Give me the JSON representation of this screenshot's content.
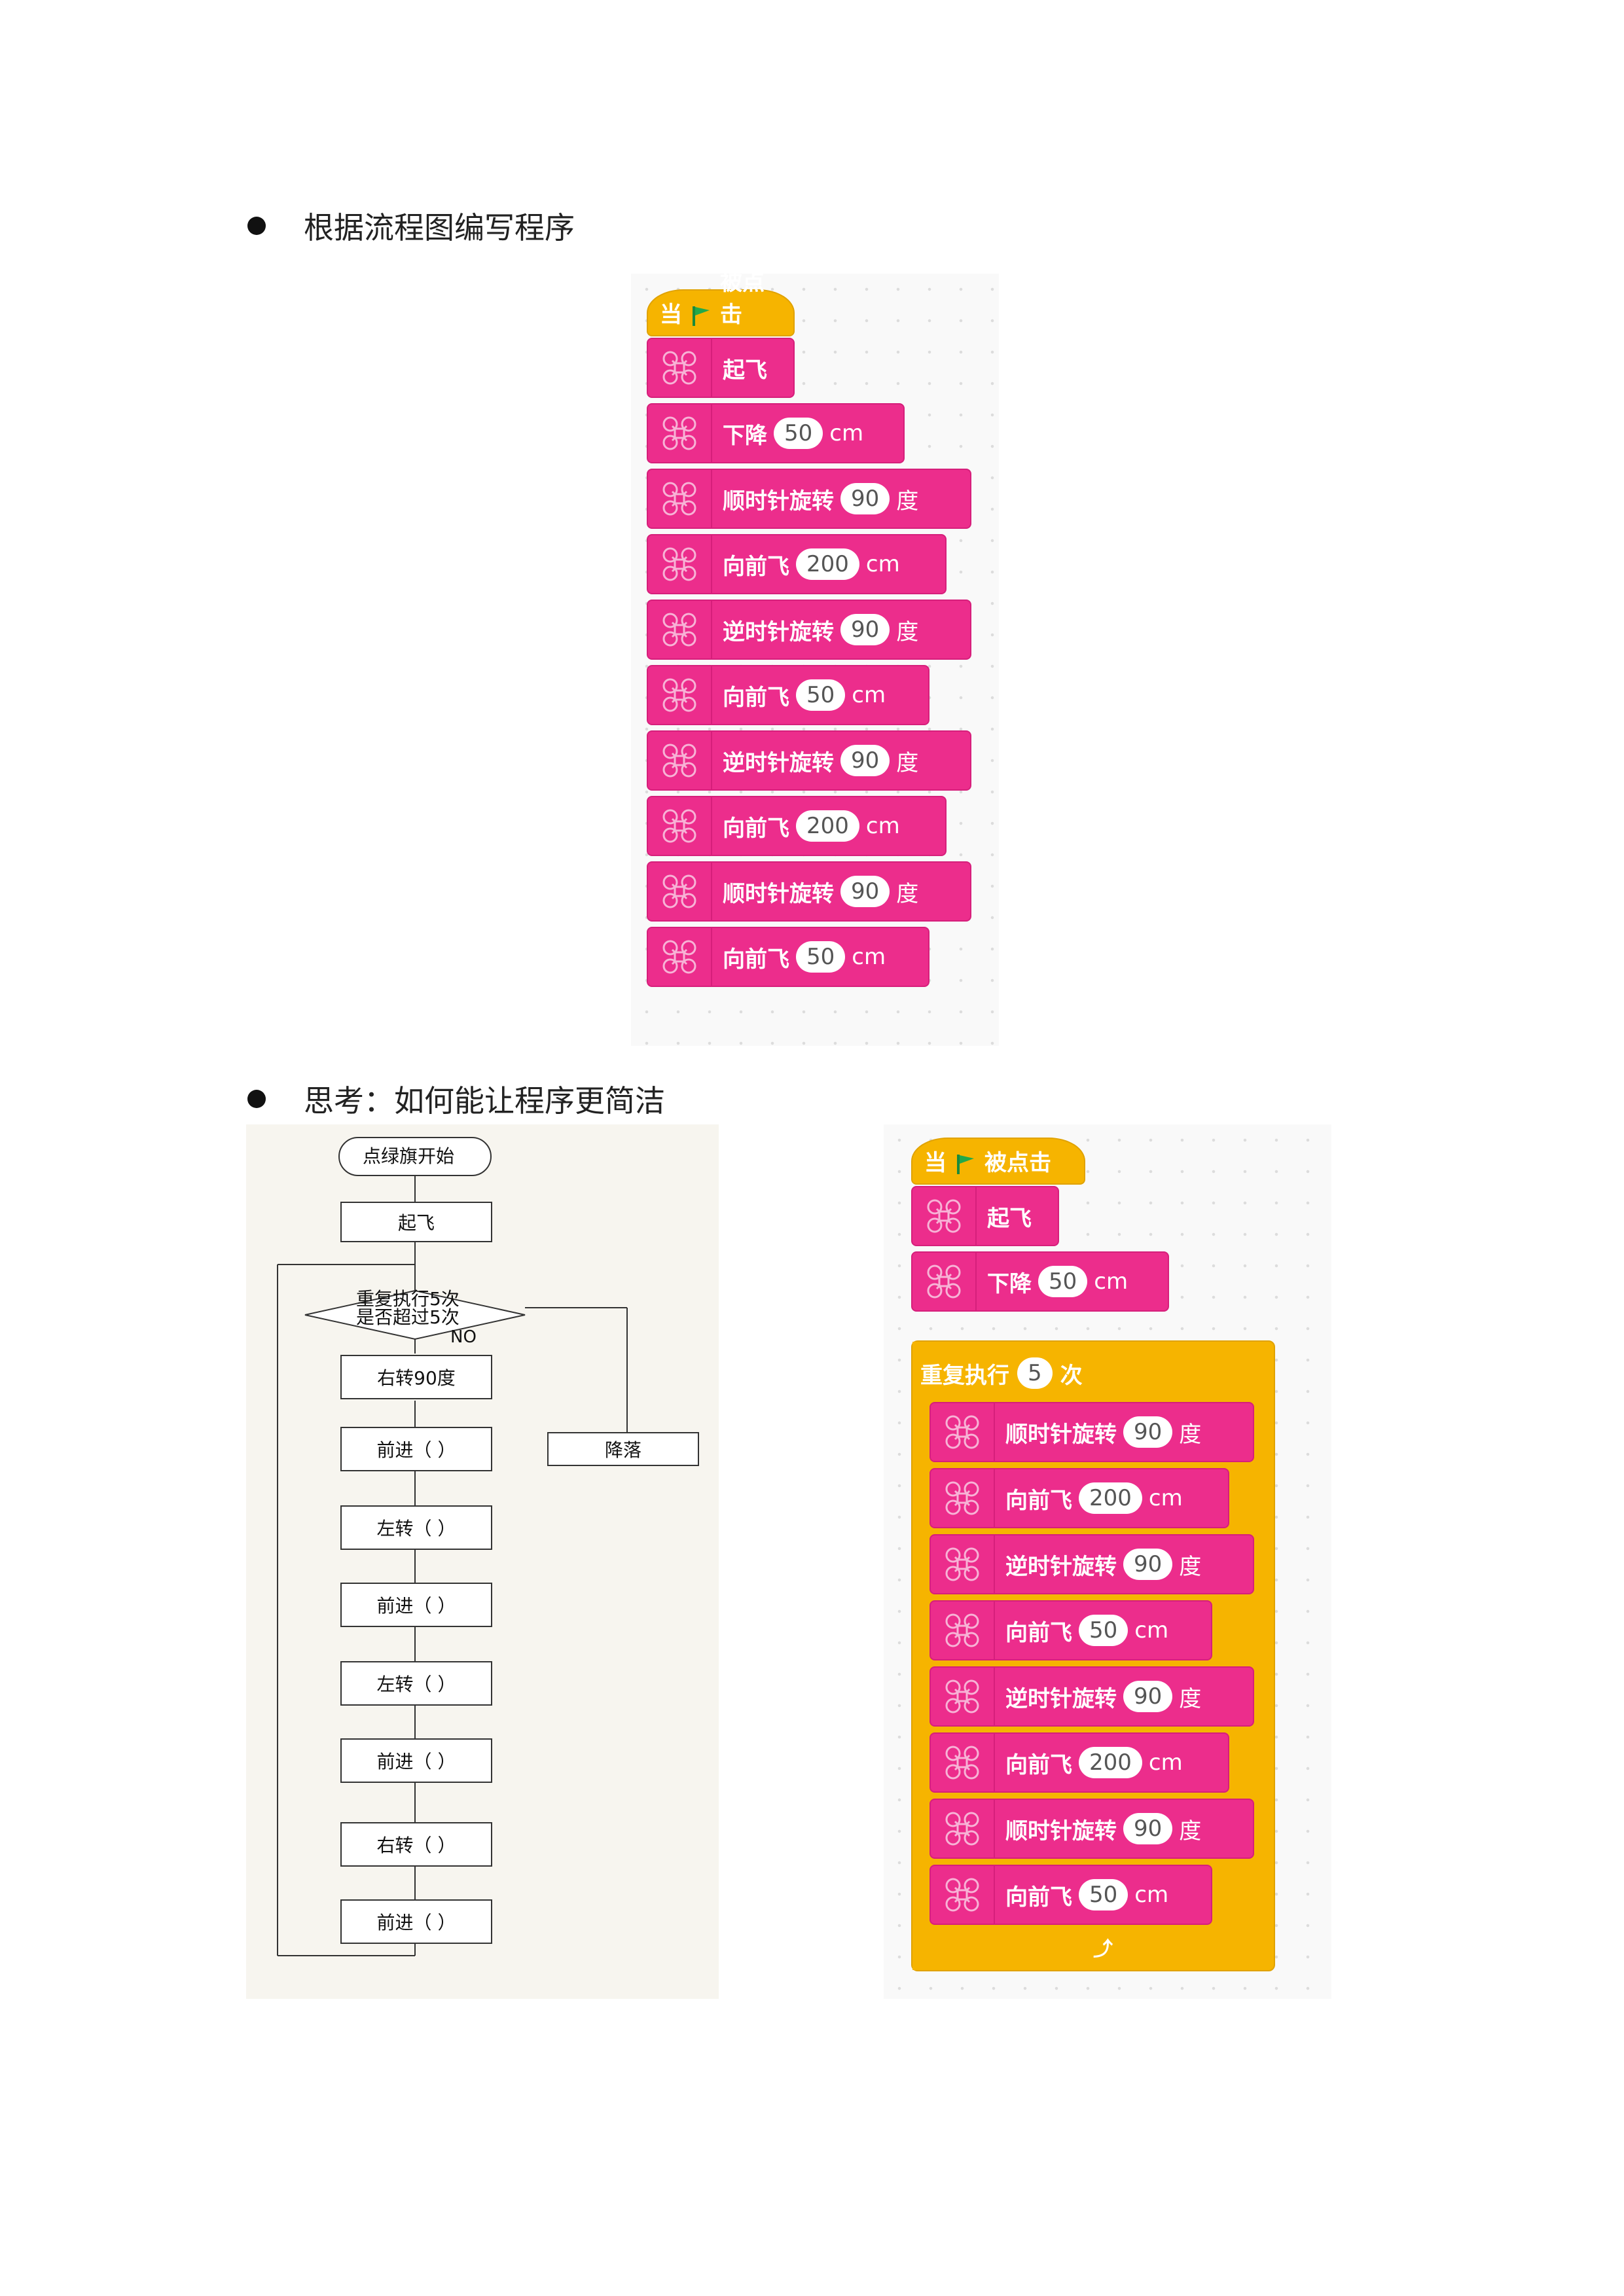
{
  "heading1": "根据流程图编写程序",
  "heading2": "思考：如何能让程序更简洁",
  "program1": {
    "hat": {
      "before": "当",
      "after": "被点击"
    },
    "blocks": [
      {
        "label": "起飞",
        "value": "",
        "unit": ""
      },
      {
        "label": "下降",
        "value": "50",
        "unit": "cm"
      },
      {
        "label": "顺时针旋转",
        "value": "90",
        "unit": "度"
      },
      {
        "label": "向前飞",
        "value": "200",
        "unit": "cm"
      },
      {
        "label": "逆时针旋转",
        "value": "90",
        "unit": "度"
      },
      {
        "label": "向前飞",
        "value": "50",
        "unit": "cm"
      },
      {
        "label": "逆时针旋转",
        "value": "90",
        "unit": "度"
      },
      {
        "label": "向前飞",
        "value": "200",
        "unit": "cm"
      },
      {
        "label": "顺时针旋转",
        "value": "90",
        "unit": "度"
      },
      {
        "label": "向前飞",
        "value": "50",
        "unit": "cm"
      }
    ]
  },
  "flowchart": {
    "start": "点绿旗开始",
    "takeoff": "起飞",
    "decision_line1": "重复执行5次",
    "decision_line2": "是否超过5次",
    "no_label": "NO",
    "land": "降落",
    "steps": [
      "右转90度",
      "前进（    ）",
      "左转（    ）",
      "前进（    ）",
      "左转（    ）",
      "前进（    ）",
      "右转（    ）",
      "前进（    ）"
    ]
  },
  "program2": {
    "hat": {
      "before": "当",
      "after": "被点击"
    },
    "pre_blocks": [
      {
        "label": "起飞",
        "value": "",
        "unit": ""
      },
      {
        "label": "下降",
        "value": "50",
        "unit": "cm"
      }
    ],
    "loop": {
      "label": "重复执行",
      "value": "5",
      "unit": "次",
      "end_icon": "loop-arrow-icon"
    },
    "loop_blocks": [
      {
        "label": "顺时针旋转",
        "value": "90",
        "unit": "度"
      },
      {
        "label": "向前飞",
        "value": "200",
        "unit": "cm"
      },
      {
        "label": "逆时针旋转",
        "value": "90",
        "unit": "度"
      },
      {
        "label": "向前飞",
        "value": "50",
        "unit": "cm"
      },
      {
        "label": "逆时针旋转",
        "value": "90",
        "unit": "度"
      },
      {
        "label": "向前飞",
        "value": "200",
        "unit": "cm"
      },
      {
        "label": "顺时针旋转",
        "value": "90",
        "unit": "度"
      },
      {
        "label": "向前飞",
        "value": "50",
        "unit": "cm"
      }
    ]
  },
  "colors": {
    "motion": "#ec2d8c",
    "event": "#f6b400",
    "flag": "#22a94a"
  },
  "icons": {
    "drone": "drone-icon",
    "flag": "green-flag-icon"
  }
}
